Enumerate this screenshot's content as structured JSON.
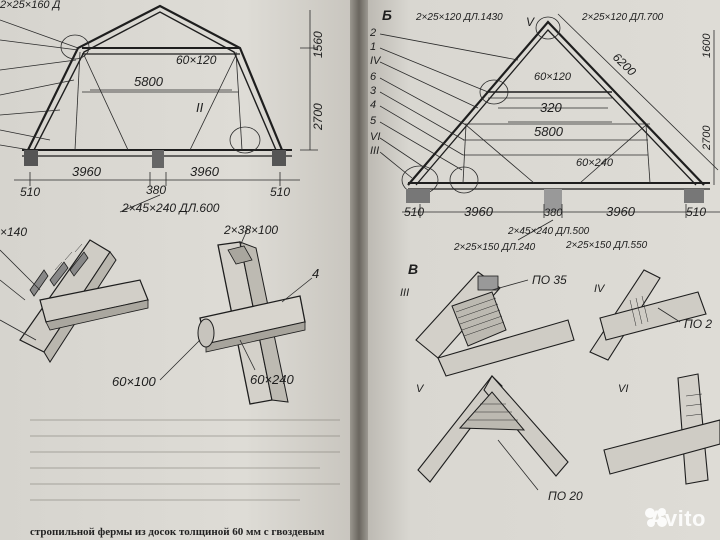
{
  "left_page": {
    "top_partial_label": "2×25×160 Д",
    "rafter_label": "60×120",
    "height_upper": "1560",
    "height_lower": "2700",
    "span": "5800",
    "detail_marker": "II",
    "dim_left": "3960",
    "dim_right": "3960",
    "dim_post": "380",
    "dim_edge_left": "510",
    "dim_edge_right": "510",
    "board_label": "2×45×240 ДЛ.600",
    "detail_a_label": "×140",
    "detail_b_top": "2×38×100",
    "detail_b_num": "4",
    "detail_b_left": "60×100",
    "detail_b_right": "60×240",
    "footer_text": "стропильной фермы из досок толщиной 60 мм с гвоздевым"
  },
  "right_page": {
    "fig_letter": "Б",
    "top_left_label": "2×25×120 ДЛ.1430",
    "top_right_label": "2×25×120 ДЛ.700",
    "marker_v": "V",
    "callouts": [
      "2",
      "1",
      "IV",
      "6",
      "3",
      "4",
      "5",
      "VI",
      "III"
    ],
    "rafter_label": "60×120",
    "diagonal_dim": "6200",
    "height_upper": "1600",
    "height_lower": "2700",
    "inner_span": "320",
    "span": "5800",
    "beam_label": "60×240",
    "dim_edge_left": "510",
    "dim_left": "3960",
    "dim_post": "380",
    "dim_right": "3960",
    "dim_edge_right": "510",
    "board_labels": [
      "2×45×240 ДЛ.500",
      "2×25×150 ДЛ.240",
      "2×25×150 ДЛ.550"
    ],
    "section_letter": "В",
    "details": [
      {
        "numeral": "III",
        "label": "ПО 35"
      },
      {
        "numeral": "IV",
        "label": "ПО 2"
      },
      {
        "numeral": "V",
        "label": "ПО 20"
      },
      {
        "numeral": "VI",
        "label": ""
      }
    ]
  },
  "watermark": {
    "text": "Avito"
  }
}
